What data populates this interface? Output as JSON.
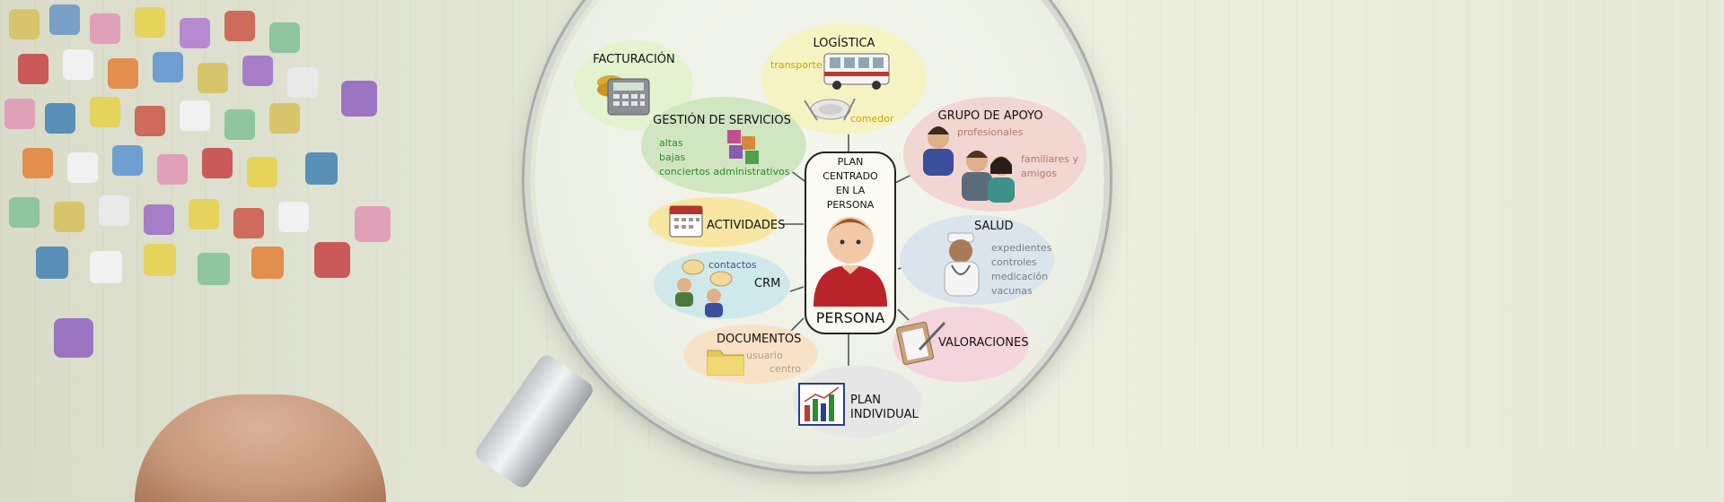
{
  "colors": {
    "billing": "#e3f2cf",
    "logistics": "#f6f3c2",
    "services": "#cfe6c0",
    "support": "#f2d6d2",
    "activities": "#f7e7a3",
    "crm": "#cfe9ea",
    "health": "#d9e4ec",
    "documents": "#f8e2c7",
    "assessments": "#f5d5dd",
    "plan": "#e6e6e6",
    "green_text": "#2e8b2e",
    "yellow_text": "#c9a300",
    "rose_text": "#b5776a",
    "blue_text": "#3c4f9e",
    "gray_text": "#7a7f86",
    "tan_text": "#b39a7a"
  },
  "center": {
    "title_lines": [
      "PLAN",
      "CENTRADO",
      "EN LA",
      "PERSONA"
    ],
    "label": "PERSONA",
    "icon": "person-icon"
  },
  "nodes": {
    "billing": {
      "title": "FACTURACIÓN",
      "icon": "calculator-coins-icon"
    },
    "logistics": {
      "title": "LOGÍSTICA",
      "items": [
        "transporte",
        "comedor"
      ],
      "icons": [
        "bus-icon",
        "plate-cutlery-icon"
      ]
    },
    "services": {
      "title": "GESTIÓN DE SERVICIOS",
      "items": [
        "altas",
        "bajas",
        "conciertos administrativos"
      ],
      "icon": "puzzle-icon"
    },
    "support": {
      "title": "GRUPO DE APOYO",
      "items": [
        "profesionales",
        "familiares y",
        "amigos"
      ],
      "icon": "people-icon"
    },
    "activities": {
      "title": "ACTIVIDADES",
      "icon": "calendar-icon"
    },
    "crm": {
      "title": "CRM",
      "items": [
        "contactos"
      ],
      "icon": "chat-people-icon"
    },
    "health": {
      "title": "SALUD",
      "items": [
        "expedientes",
        "controles",
        "medicación",
        "vacunas"
      ],
      "icon": "doctor-icon"
    },
    "documents": {
      "title": "DOCUMENTOS",
      "items": [
        "usuario",
        "centro"
      ],
      "icon": "folder-icon"
    },
    "assessments": {
      "title": "VALORACIONES",
      "icon": "clipboard-icon"
    },
    "plan": {
      "title_lines": [
        "PLAN",
        "INDIVIDUAL"
      ],
      "icon": "bar-chart-icon"
    }
  }
}
